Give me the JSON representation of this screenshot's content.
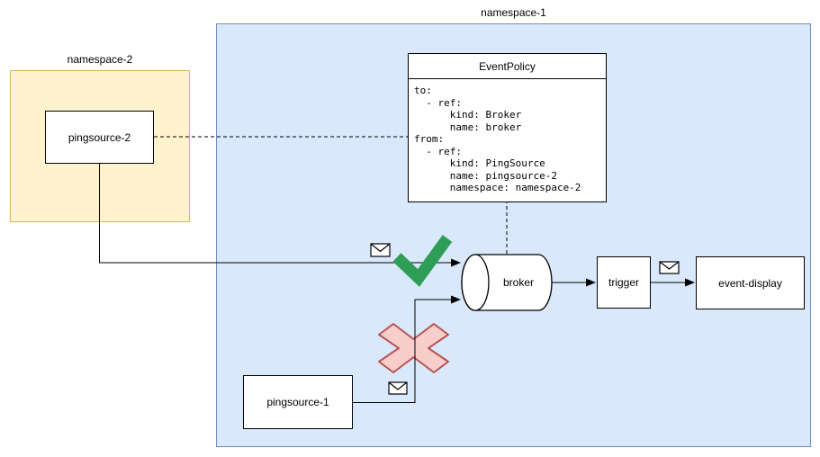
{
  "diagram": {
    "containers": {
      "namespace1": {
        "label": "namespace-1",
        "fill": "#DAE8FC",
        "stroke": "#6C8EBF"
      },
      "namespace2": {
        "label": "namespace-2",
        "fill": "#FFF2CC",
        "stroke": "#D6B656"
      }
    },
    "nodes": {
      "pingsource2": {
        "label": "pingsource-2"
      },
      "pingsource1": {
        "label": "pingsource-1"
      },
      "broker": {
        "label": "broker"
      },
      "trigger": {
        "label": "trigger"
      },
      "event_display": {
        "label": "event-display"
      },
      "event_policy": {
        "title": "EventPolicy",
        "yaml_lines": [
          "to:",
          "  - ref:",
          "      kind: Broker",
          "      name: broker",
          "from:",
          "  - ref:",
          "      kind: PingSource",
          "      name: pingsource-2",
          "      namespace: namespace-2"
        ]
      }
    },
    "icons": {
      "envelope_icon": "✉",
      "check_icon": "✓",
      "cross_icon": "✕"
    },
    "colors": {
      "allowed_green": "#2E9E57",
      "blocked_fill": "#F8CECC",
      "blocked_stroke": "#B85450",
      "node_fill": "#FFFFFF",
      "node_stroke": "#000000",
      "edge": "#000000"
    }
  }
}
